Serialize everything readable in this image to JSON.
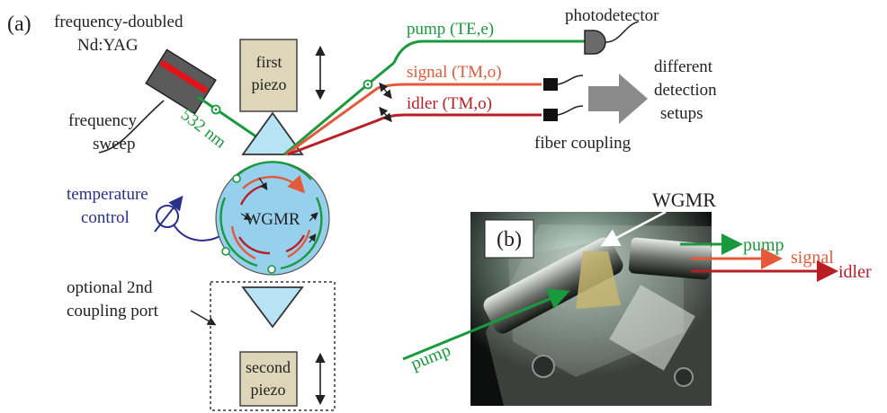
{
  "panel_a": {
    "label": "(a)",
    "laser_label_line1": "frequency-doubled",
    "laser_label_line2": "Nd:YAG",
    "sweep_label_line1": "frequency",
    "sweep_label_line2": "sweep",
    "wavelength": "532 nm",
    "first_piezo_line1": "first",
    "first_piezo_line2": "piezo",
    "second_piezo_line1": "second",
    "second_piezo_line2": "piezo",
    "pump_beam": "pump (TE,e)",
    "signal_beam": "signal (TM,o)",
    "idler_beam": "idler (TM,o)",
    "photodetector": "photodetector",
    "fiber_coupling": "fiber coupling",
    "detection_line1": "different",
    "detection_line2": "detection",
    "detection_line3": "setups",
    "temperature_line1": "temperature",
    "temperature_line2": "control",
    "wgmr": "WGMR",
    "optional_line1": "optional 2nd",
    "optional_line2": "coupling port"
  },
  "panel_b": {
    "label": "(b)",
    "wgmr": "WGMR",
    "pump_in": "pump",
    "pump_out": "pump",
    "signal": "signal",
    "idler": "idler"
  },
  "colors": {
    "pump": "#1a9a3c",
    "signal": "#e35a3a",
    "idler": "#b81e24",
    "temperature": "#2a2f8a",
    "prism": "#b8e3f5",
    "resonator": "#96d0ec",
    "piezo": "#ddd6b8"
  }
}
